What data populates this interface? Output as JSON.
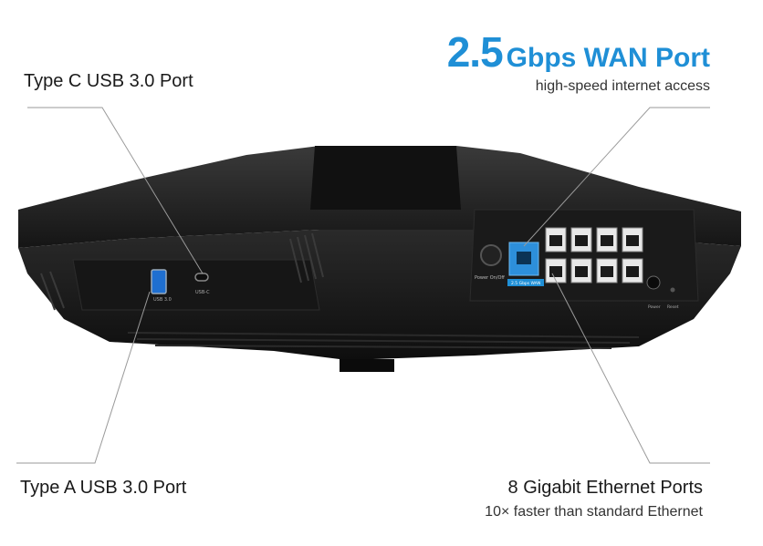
{
  "labels": {
    "type_c": "Type C USB 3.0 Port",
    "type_a": "Type A USB 3.0 Port",
    "wan_number": "2.5",
    "wan_unit": "Gbps WAN Port",
    "wan_sub": "high-speed internet access",
    "eth_head": "8 Gigabit Ethernet Ports",
    "eth_sub": "10× faster than standard Ethernet"
  },
  "device_markings": {
    "usb3": "USB 3.0",
    "usbc": "USB-C",
    "power": "Power On/Off",
    "wan_tag": "2.5 Gbps WAN",
    "power_in": "Power",
    "reset": "Reset"
  },
  "colors": {
    "accent": "#1f8fd6",
    "body": "#1b1b1b"
  }
}
